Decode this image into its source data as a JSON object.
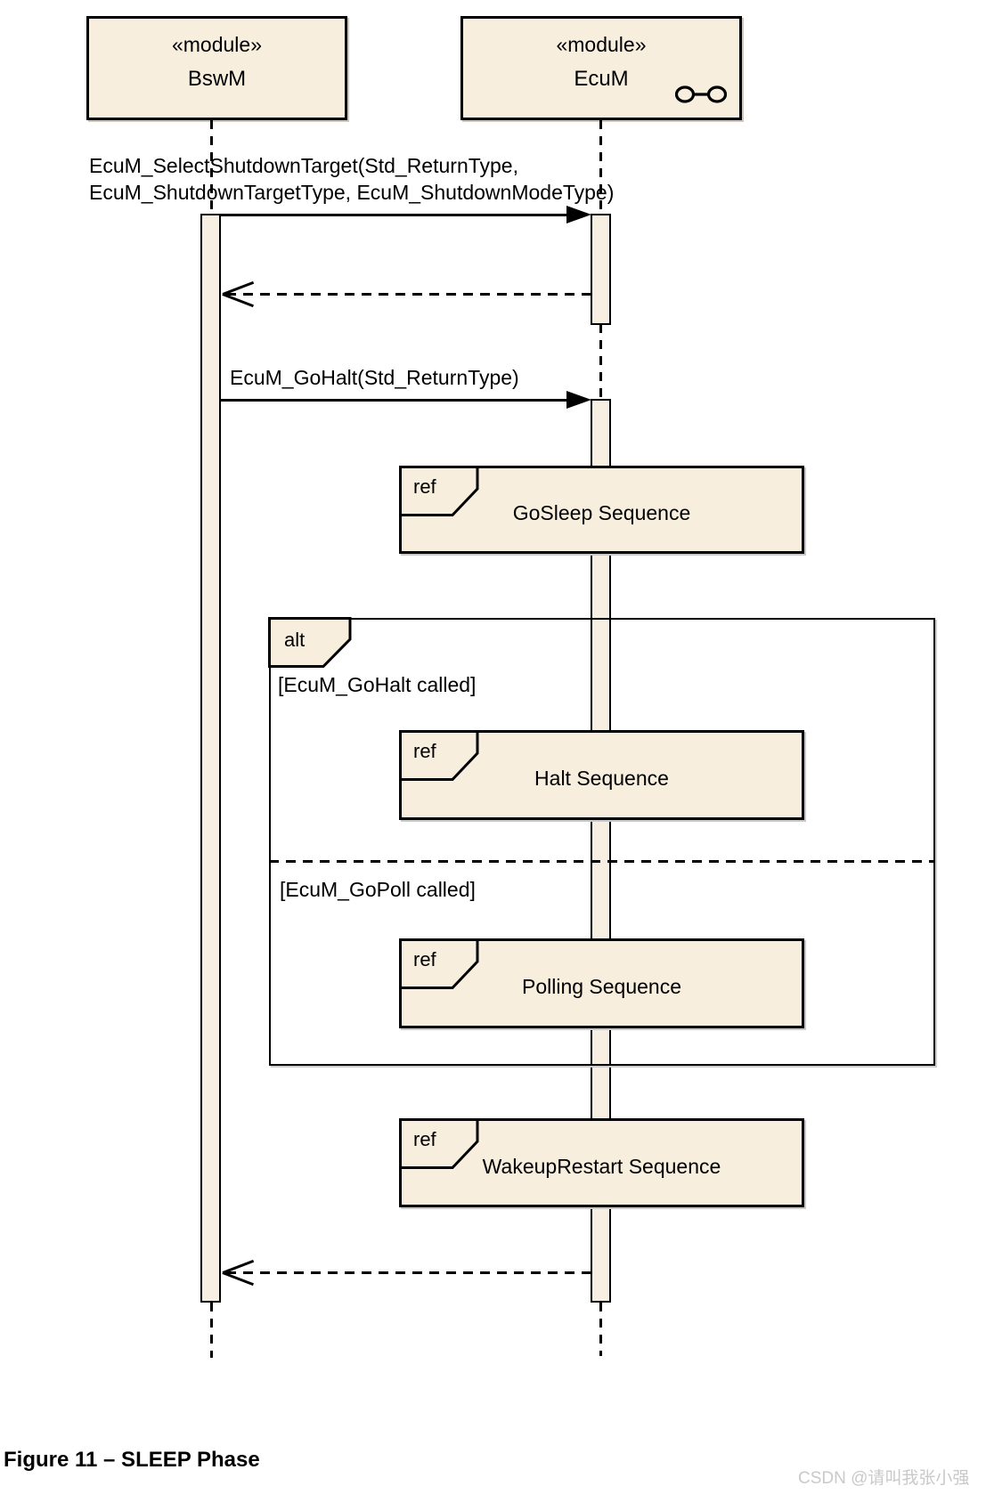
{
  "diagram": {
    "participants": [
      {
        "stereotype": "«module»",
        "name": "BswM"
      },
      {
        "stereotype": "«module»",
        "name": "EcuM",
        "icon": "provided-interface-lollipop"
      }
    ],
    "messages": {
      "call1_line1": "EcuM_SelectShutdownTarget(Std_ReturnType,",
      "call1_line2": "EcuM_ShutdownTargetType, EcuM_ShutdownModeType)",
      "call2": "EcuM_GoHalt(Std_ReturnType)"
    },
    "fragments": {
      "ref_keyword": "ref",
      "alt_keyword": "alt",
      "gosleep_label": "GoSleep Sequence",
      "halt_label": "Halt Sequence",
      "polling_label": "Polling Sequence",
      "wakeup_label": "WakeupRestart Sequence",
      "guard_gohalt": "[EcuM_GoHalt called]",
      "guard_gopoll": "[EcuM_GoPoll called]"
    },
    "colors": {
      "box_fill": "#F7EEDE",
      "line": "#000000",
      "watermark_text": "#C9C9C9"
    },
    "caption": "Figure 11 – SLEEP Phase",
    "watermark": "CSDN @请叫我张小强"
  }
}
